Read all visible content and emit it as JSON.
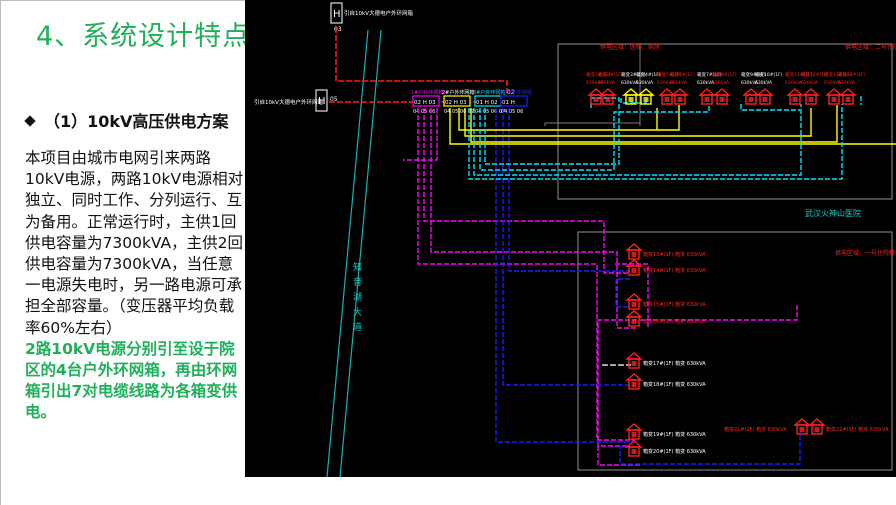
{
  "slide": {
    "title": "4、系统设计特点",
    "section_heading": "（1）10kV高压供电方案",
    "body_normal": "本项目由城市电网引来两路10kV电源，两路10kV电源相对独立、同时工作、分列运行、互为备用。正常运行时，主供1回供电容量为7300kVA，主供2回供电容量为7300kVA，当任意一电源失电时，另一路电源可承担全部容量。（变压器平均负载率60%左右）",
    "body_highlight": "2路10kV电源分别引至设于院区的4台户外环网箱，再由环网箱引出7对电缆线路为各箱变供电。"
  },
  "diagram": {
    "source1_label": "引自10kV大德电户外环网箱",
    "source2_label": "引自10kV大德电户外环网箱",
    "source_symbol": "H",
    "source1_port": "03",
    "source2_port": "05",
    "road_label": "知音湖大道",
    "site_label": "武汉火神山医院",
    "ring_units": [
      {
        "label": "1#户外环网箱",
        "ports": [
          "02",
          "H",
          "03"
        ],
        "outs": "04 05 06",
        "color": "#ff00ff"
      },
      {
        "label": "2#户外环网箱",
        "ports": [
          "02",
          "H",
          "03"
        ],
        "outs": "04 05 06 07",
        "color": "#ffff00"
      },
      {
        "label": "3#户外环网箱",
        "ports": [
          "01",
          "H",
          "02"
        ],
        "outs": "04 05 06 07",
        "color": "#00e5ff"
      },
      {
        "label": "4#户外环网箱",
        "ports": [
          "01",
          "H"
        ],
        "outs": "04 05 06",
        "color": "#2020ff"
      }
    ],
    "ring4_port_top": "02",
    "area_top_left": "供电区域：医技、病房",
    "area_top_right": "供电区域：二号住院楼",
    "area_bottom": "供电区域：一号住院楼",
    "top_transformers": [
      {
        "name": "箱变1#(1F)",
        "cap": "630kVA",
        "color": "#ff2020"
      },
      {
        "name": "箱变2#(1F)",
        "cap": "630kVA",
        "color": "#ff2020"
      },
      {
        "name": "箱变3#(1F)",
        "cap": "630kVA",
        "color": "#ffffff"
      },
      {
        "name": "箱变4#(1F)",
        "cap": "630kVA",
        "color": "#ffffff"
      },
      {
        "name": "箱变5#(1F)",
        "cap": "630kVA",
        "color": "#ff2020"
      },
      {
        "name": "箱变6#(1F)",
        "cap": "630kVA",
        "color": "#ff2020"
      },
      {
        "name": "箱变7#(1F)",
        "cap": "630kVA",
        "color": "#ffffff"
      },
      {
        "name": "箱变8#(1F)",
        "cap": "630kVA",
        "color": "#ff2020"
      },
      {
        "name": "箱变9#(1F)",
        "cap": "630kVA",
        "color": "#ffffff"
      },
      {
        "name": "箱变10#(1F)",
        "cap": "630kVA",
        "color": "#ffffff"
      },
      {
        "name": "箱变11#(1F)",
        "cap": "630kVA",
        "color": "#ff2020"
      },
      {
        "name": "箱变12#(1F)",
        "cap": "630kVA",
        "color": "#ff2020"
      },
      {
        "name": "箱变13#(1F)",
        "cap": "630kVA",
        "color": "#ff2020"
      },
      {
        "name": "箱变14#(1F)",
        "cap": "630kVA",
        "color": "#ff2020"
      }
    ],
    "bottom_transformers": [
      {
        "name": "箱变13#(1F)",
        "cap": "630kVA",
        "color": "#ff2020"
      },
      {
        "name": "箱变14#(1F)",
        "cap": "630kVA",
        "color": "#ff2020"
      },
      {
        "name": "箱变15#(1F)",
        "cap": "630kVA",
        "color": "#ff2020"
      },
      {
        "name": "箱变16#(1F)",
        "cap": "630kVA",
        "color": "#ff2020"
      },
      {
        "name": "箱变17#(1F)",
        "cap": "630kVA",
        "color": "#ffffff"
      },
      {
        "name": "箱变18#(1F)",
        "cap": "630kVA",
        "color": "#ffffff"
      },
      {
        "name": "箱变19#(1F)",
        "cap": "630kVA",
        "color": "#ffffff"
      },
      {
        "name": "箱变20#(1F)",
        "cap": "630kVA",
        "color": "#ffffff"
      },
      {
        "name": "箱变21#(1F)",
        "cap": "630kVA",
        "color": "#ff2020"
      },
      {
        "name": "箱变22#(1F)",
        "cap": "630kVA",
        "color": "#ff2020"
      }
    ]
  },
  "colors": {
    "title_green": "#1fb05a",
    "cad_bg": "#000000",
    "feeder_red": "#ff1a1a",
    "magenta": "#ff00ff",
    "yellow": "#ffff00",
    "cyan": "#00e5ff",
    "blue": "#1a1aff",
    "frame_gray": "#7a7a7a"
  }
}
